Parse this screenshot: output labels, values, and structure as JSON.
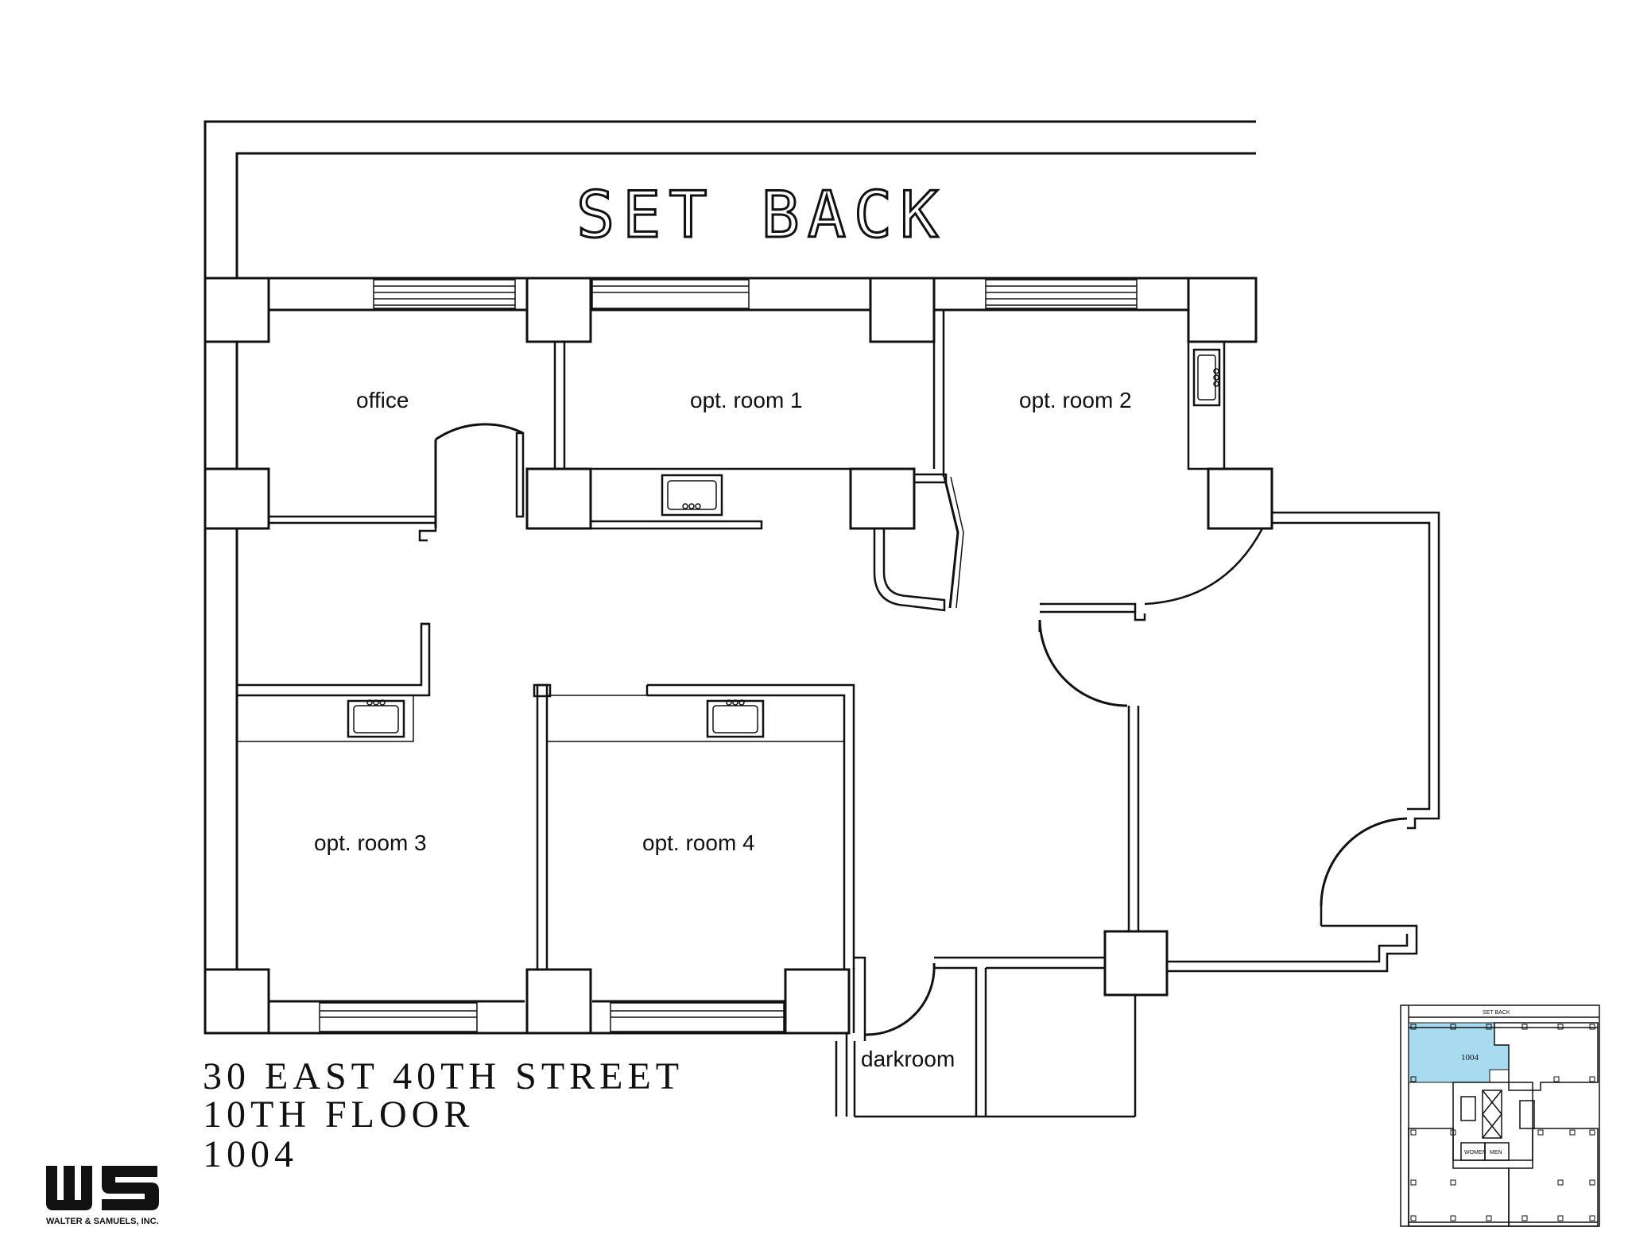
{
  "plan": {
    "setback_label": "SET BACK",
    "rooms": {
      "office": "office",
      "opt_room_1": "opt. room 1",
      "opt_room_2": "opt. room 2",
      "opt_room_3": "opt. room 3",
      "opt_room_4": "opt. room 4",
      "darkroom": "darkroom"
    }
  },
  "address": {
    "street": "30 EAST 40TH STREET",
    "floor": "10TH FLOOR",
    "suite": "1004"
  },
  "logo": {
    "monogram": "WS",
    "company": "WALTER & SAMUELS, INC."
  },
  "key_plan": {
    "setback_label": "SET BACK",
    "suite_label": "1004",
    "highlight_color": "#a8daf0",
    "small_labels": [
      "WOMEN",
      "MEN"
    ]
  },
  "colors": {
    "line": "#111111",
    "background": "#ffffff"
  }
}
